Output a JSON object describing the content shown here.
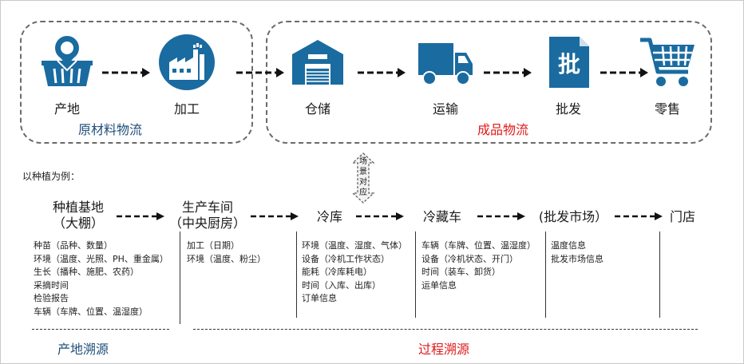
{
  "top": {
    "stages": [
      {
        "label": "产地",
        "icon": "basket-pin-icon"
      },
      {
        "label": "加工",
        "icon": "factory-icon"
      },
      {
        "label": "仓储",
        "icon": "warehouse-icon"
      },
      {
        "label": "运输",
        "icon": "truck-icon"
      },
      {
        "label": "批发",
        "icon": "wholesale-doc-icon"
      },
      {
        "label": "零售",
        "icon": "shopping-cart-icon"
      }
    ],
    "groups": {
      "raw": "原材料物流",
      "finished": "成品物流"
    },
    "wholesale_glyph": "批"
  },
  "scene_badge": [
    "场",
    "景",
    "对",
    "应"
  ],
  "example_label": "以种植为例：",
  "chain": [
    {
      "title": [
        "种植基地",
        "（大棚）"
      ],
      "items": [
        "种苗（品种、数量）",
        "环境（温度、光照、PH、重金属）",
        "生长（播种、施肥、农药）",
        "采摘时间",
        "检验报告",
        "车辆（车牌、位置、温湿度）"
      ]
    },
    {
      "title": [
        "生产车间",
        "（中央厨房）"
      ],
      "items": [
        "加工（日期）",
        "环境（温度、粉尘）"
      ]
    },
    {
      "title": [
        "冷库"
      ],
      "items": [
        "环境（温度、湿度、气体）",
        "设备（冷机工作状态）",
        "能耗（冷库耗电）",
        "时间（入库、出库）",
        "订单信息"
      ]
    },
    {
      "title": [
        "冷藏车"
      ],
      "items": [
        "车辆（车牌、位置、温湿度）",
        "设备（冷机状态、开门）",
        "时间（装车、卸货）",
        "运单信息"
      ]
    },
    {
      "title": [
        "(批发市场）"
      ],
      "items": [
        "温度信息",
        "批发市场信息"
      ]
    },
    {
      "title": [
        "门店"
      ],
      "items": []
    }
  ],
  "bottom": {
    "origin": "产地溯源",
    "process": "过程溯源"
  },
  "colors": {
    "icon_blue": "#1a6ba0",
    "red": "#e01919",
    "dark_blue_text": "#1f4e79"
  }
}
